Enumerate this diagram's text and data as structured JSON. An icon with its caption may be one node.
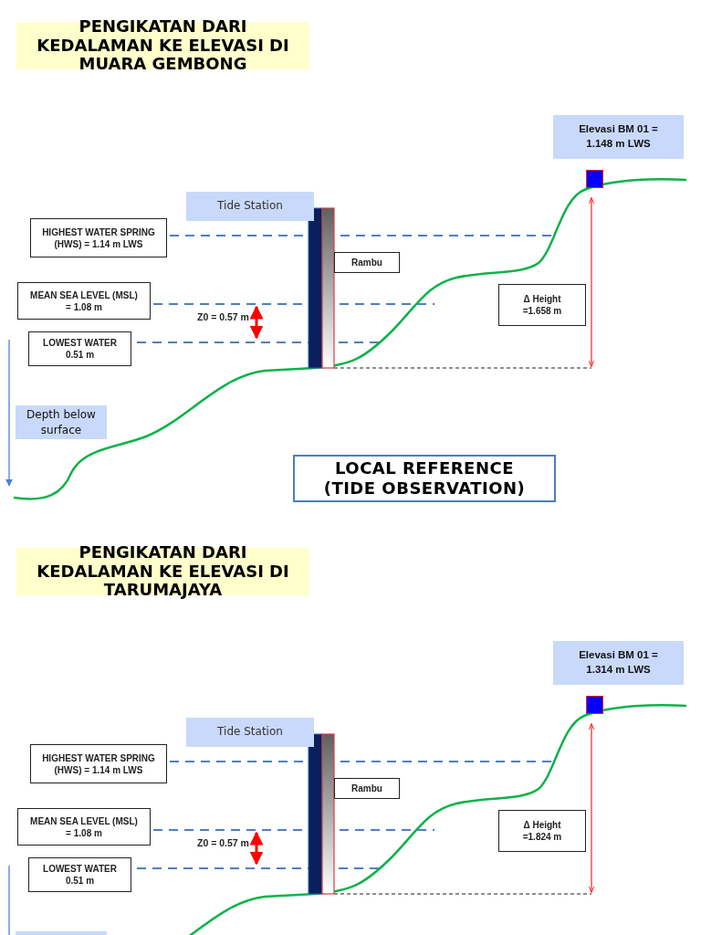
{
  "diagram": {
    "nodes": [
      {
        "text": [
          "PENGIKATAN DARI KEDALAMAN KE ELEVASI DI MUARA GEMBONG"
        ]
      },
      {
        "text": [
          "Elevasi BM 01 = 1.148 m LWS"
        ]
      },
      {
        "text": [
          "Tide Station"
        ]
      },
      {
        "text": [],
        "shape": "box"
      },
      {
        "text": [
          "HIGHEST WATER SPRING (HWS) = 1.14 m LWS"
        ]
      },
      {
        "text": [
          "Rambu"
        ]
      },
      {
        "text": [
          "MEAN SEA LEVEL (MSL) = 1.08 m"
        ]
      },
      {
        "text": [
          "Δ Height =1.658 m"
        ]
      },
      {
        "text": [
          "LOWEST WATER 0.51 m"
        ]
      },
      {
        "text": [
          "Depth below surface"
        ]
      },
      {
        "text": [
          "LOCAL REFERENCE (TIDE OBSERVATION)"
        ]
      },
      {
        "text": [
          "PENGIKATAN DARI KEDALAMAN KE ELEVASI DI TARUMAJAYA"
        ]
      },
      {
        "text": [
          "Elevasi BM 01 = 1.314 m LWS"
        ]
      },
      {
        "text": [
          "Tide Station"
        ]
      },
      {
        "text": [],
        "shape": "box"
      },
      {
        "text": [
          "HIGHEST WATER SPRING (HWS) = 1.14 m LWS"
        ]
      },
      {
        "text": [
          "Rambu"
        ]
      },
      {
        "text": [
          "MEAN SEA LEVEL (MSL) = 1.08 m"
        ]
      },
      {
        "text": [
          "Δ Height =1.824 m"
        ]
      },
      {
        "text": [
          "LOWEST WATER 0.51 m"
        ]
      },
      {
        "text": [],
        "shape": "box"
      }
    ],
    "labels": [
      "Z0 = 0.57 m",
      "Z0 = 0.57 m"
    ]
  }
}
